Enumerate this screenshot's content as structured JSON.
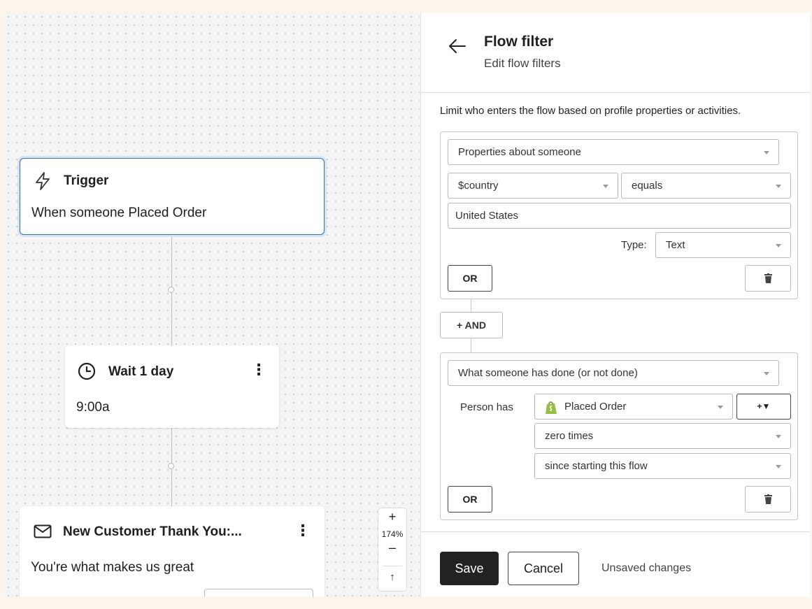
{
  "canvas": {
    "trigger": {
      "title": "Trigger",
      "body": "When someone Placed Order"
    },
    "wait": {
      "title": "Wait 1 day",
      "body": "9:00a"
    },
    "email": {
      "title": "New Customer Thank You:...",
      "body": "You're what makes us great"
    },
    "zoom": {
      "plus": "+",
      "level": "174%",
      "minus": "–",
      "up": "↑"
    }
  },
  "panel": {
    "title": "Flow filter",
    "subtitle": "Edit flow filters",
    "description": "Limit who enters the flow based on profile properties or activities.",
    "group1": {
      "condition_type": "Properties about someone",
      "property": "$country",
      "operator": "equals",
      "value": "United States",
      "type_label": "Type:",
      "type_value": "Text",
      "or_label": "OR"
    },
    "and_label": "+ AND",
    "group2": {
      "condition_type": "What someone has done (or not done)",
      "person_has_label": "Person has",
      "metric": "Placed Order",
      "filter_btn": "+▼",
      "frequency": "zero times",
      "timeframe": "since starting this flow",
      "or_label": "OR"
    },
    "footer": {
      "save": "Save",
      "cancel": "Cancel",
      "status": "Unsaved changes"
    }
  },
  "colors": {
    "accent_border": "#3a6fa8",
    "primary_button": "#222222",
    "shopify_green": "#95bf47"
  }
}
